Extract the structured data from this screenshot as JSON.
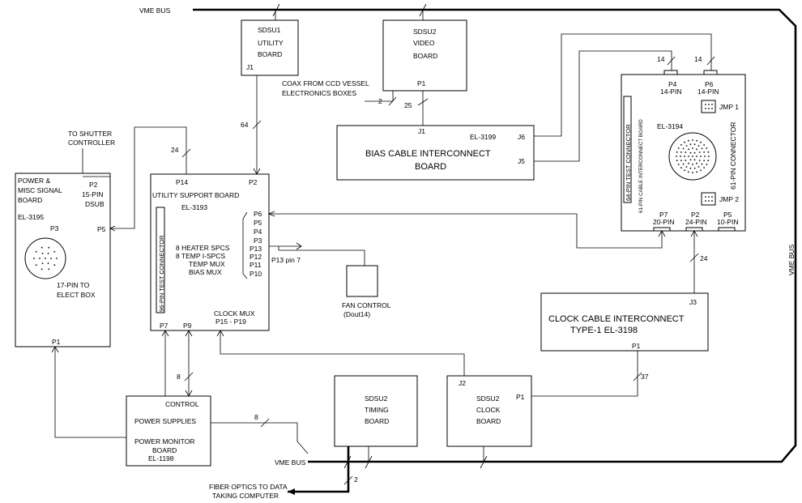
{
  "vme_bus": {
    "top": "VME BUS",
    "right": "VME BUS",
    "bottom": "VME BUS"
  },
  "sdsu1": {
    "line1": "SDSU1",
    "line2": "UTILITY",
    "line3": "BOARD",
    "port": "J1"
  },
  "sdsu2_video": {
    "line1": "SDSU2",
    "line2": "VIDEO",
    "line3": "BOARD",
    "port": "P1"
  },
  "coax": {
    "line1": "COAX FROM CCD VESSEL",
    "line2": "ELECTRONICS BOXES",
    "count": "2",
    "count_25": "25"
  },
  "bias_board": {
    "j1": "J1",
    "id": "EL-3199",
    "j6": "J6",
    "j5": "J5",
    "title1": "BIAS CABLE INTERCONNECT",
    "title2": "BOARD"
  },
  "cable_61": {
    "id": "EL-3194",
    "p4": "P4",
    "p4_pin": "14-PIN",
    "p6": "P6",
    "p6_pin": "14-PIN",
    "jmp1": "JMP 1",
    "jmp2": "JMP 2",
    "connector_label": "61-PIN CONNECTOR",
    "board_vertical": "61-PIN CABLE INTERCONNECT BOARD",
    "test_conn": "64-PIN TEST CONNECTOR",
    "p7": "P7",
    "p7_pin": "20-PIN",
    "p2": "P2",
    "p2_pin": "24-PIN",
    "p5": "P5",
    "p5_pin": "10-PIN",
    "count_left": "14",
    "count_right": "14"
  },
  "shutter": {
    "line1": "TO SHUTTER",
    "line2": "CONTROLLER"
  },
  "power_misc": {
    "line1": "POWER &",
    "line2": "MISC SIGNAL",
    "line3": "BOARD",
    "id": "EL-3195",
    "p2": "P2",
    "p2_pin": "15-PIN",
    "p2_type": "DSUB",
    "p5": "P5",
    "p3": "P3",
    "elect1": "17-PIN TO",
    "elect2": "ELECT BOX",
    "p1": "P1"
  },
  "utility": {
    "p14": "P14",
    "p2": "P2",
    "title": "UTILITY SUPPORT BOARD",
    "id": "EL-3193",
    "test_conn": "96-PIN TEST CONNECTOR",
    "heater": "8 HEATER SPCS",
    "temp": "8 TEMP I-SPCS",
    "temp_mux": "TEMP MUX",
    "bias_mux": "BIAS MUX",
    "ports": [
      "P6",
      "P5",
      "P4",
      "P3",
      "P13",
      "P12",
      "P11",
      "P10"
    ],
    "clock1": "CLOCK MUX",
    "clock2": "P15 - P19",
    "p7": "P7",
    "p9": "P9",
    "count_24": "24",
    "count_64": "64"
  },
  "fan": {
    "label": "P13 pin 7",
    "line1": "FAN CONTROL",
    "line2": "(Dout14)"
  },
  "clock_cable": {
    "j3": "J3",
    "title1": "CLOCK CABLE INTERCONNECT",
    "title2": "TYPE-1  EL-3198",
    "p1": "P1",
    "count_24": "24",
    "count_37": "37"
  },
  "power_supplies": {
    "control": "CONTROL",
    "title": "POWER SUPPLIES",
    "line1": "POWER MONITOR",
    "line2": "BOARD",
    "id": "EL-1198",
    "count_8a": "8",
    "count_8b": "8"
  },
  "timing": {
    "line1": "SDSU2",
    "line2": "TIMING",
    "line3": "BOARD"
  },
  "clock_board": {
    "j2": "J2",
    "line1": "SDSU2",
    "line2": "CLOCK",
    "line3": "BOARD",
    "p1": "P1"
  },
  "fiber": {
    "line1": "FIBER OPTICS TO DATA",
    "line2": "TAKING COMPUTER",
    "count": "2"
  }
}
